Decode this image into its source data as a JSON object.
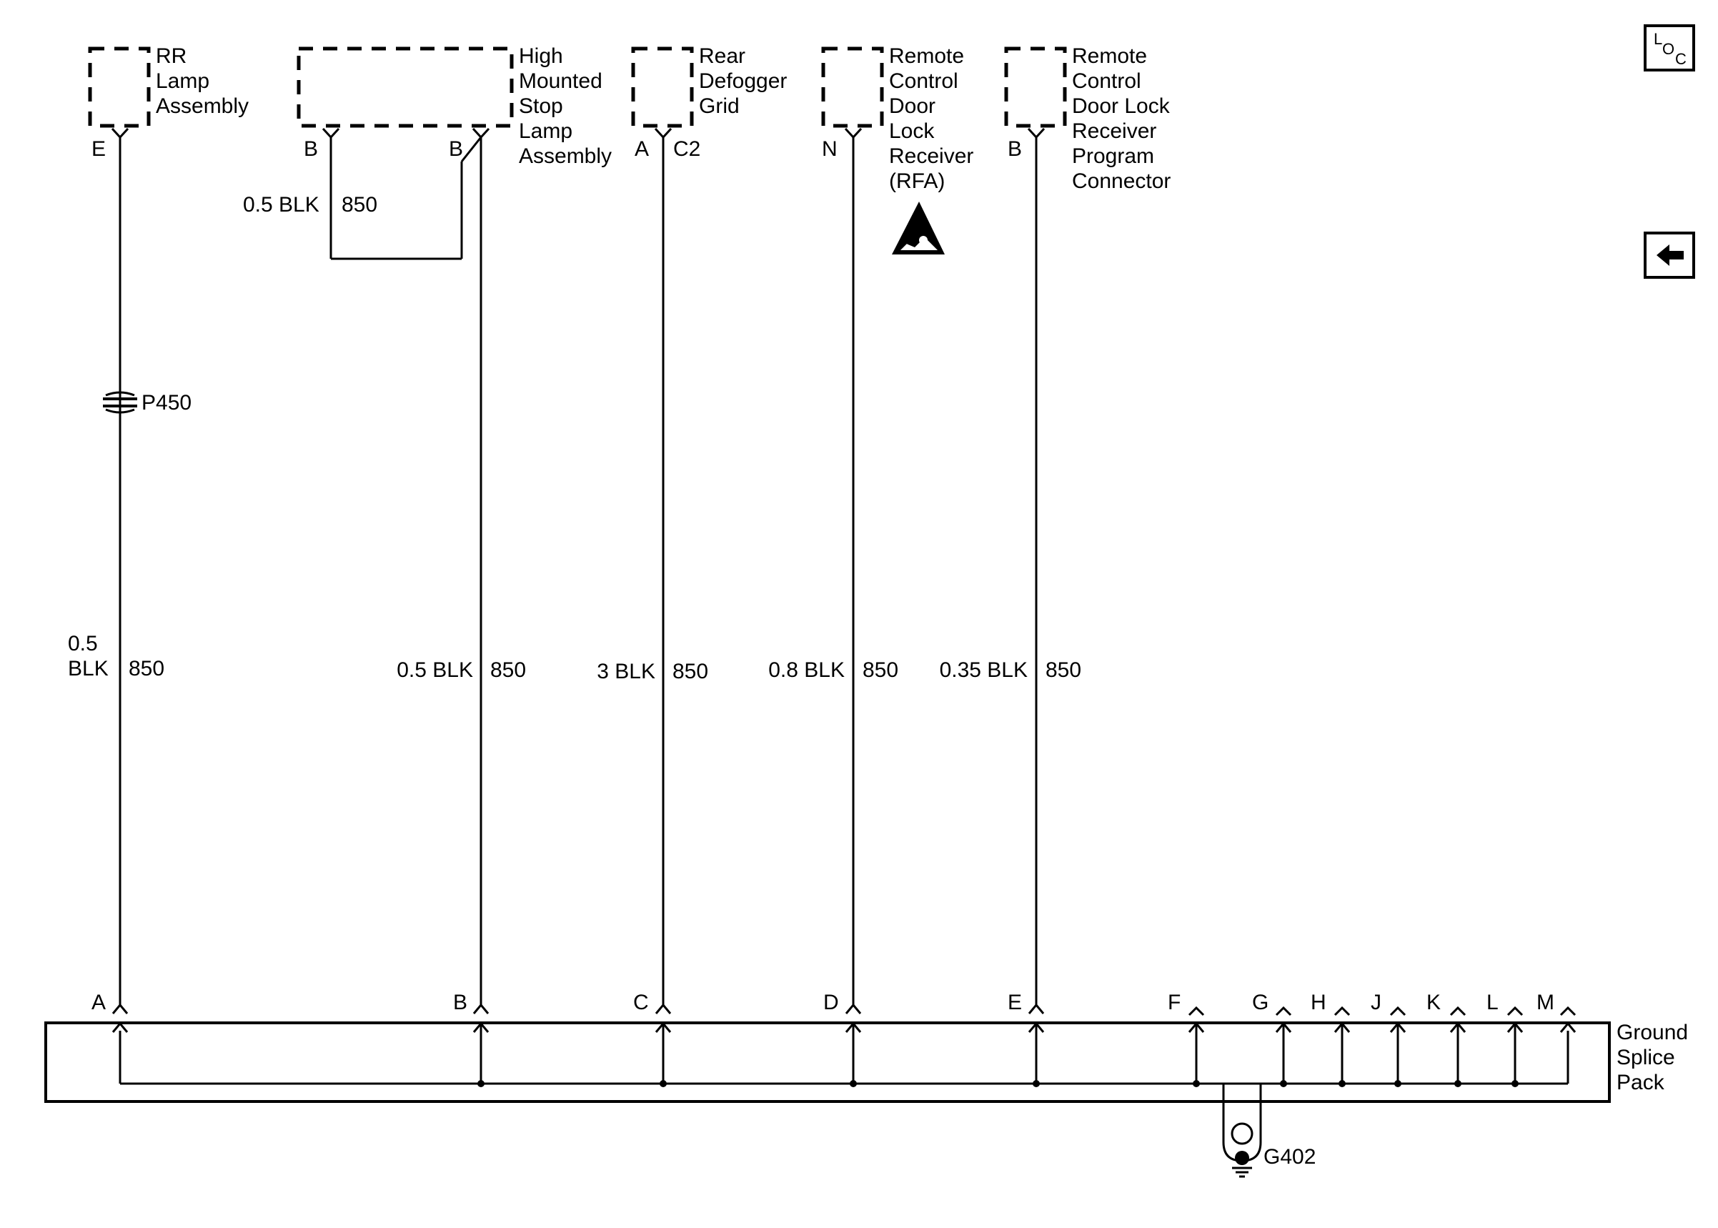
{
  "components": {
    "rr_lamp": {
      "lines": [
        "RR",
        "Lamp",
        "Assembly"
      ],
      "pin": "E"
    },
    "chmsl": {
      "lines": [
        "High",
        "Mounted",
        "Stop",
        "Lamp",
        "Assembly"
      ],
      "pin_left": "B",
      "pin_right": "B"
    },
    "defogger": {
      "lines": [
        "Rear",
        "Defogger",
        "Grid"
      ],
      "pin": "A",
      "connector": "C2"
    },
    "rfa": {
      "lines": [
        "Remote",
        "Control",
        "Door",
        "Lock",
        "Receiver",
        "(RFA)"
      ],
      "pin": "N"
    },
    "program_conn": {
      "lines": [
        "Remote",
        "Control",
        "Door Lock",
        "Receiver",
        "Program",
        "Connector"
      ],
      "pin": "B"
    }
  },
  "jumper_wire": {
    "gauge": "0.5 BLK",
    "circuit": "850"
  },
  "inline_connector": "P450",
  "wires": [
    {
      "gauge_line1": "0.5",
      "gauge_line2": "BLK",
      "circuit": "850",
      "splice_pin": "A"
    },
    {
      "gauge": "0.5 BLK",
      "circuit": "850",
      "splice_pin": "B"
    },
    {
      "gauge": "3 BLK",
      "circuit": "850",
      "splice_pin": "C"
    },
    {
      "gauge": "0.8 BLK",
      "circuit": "850",
      "splice_pin": "D"
    },
    {
      "gauge": "0.35 BLK",
      "circuit": "850",
      "splice_pin": "E"
    }
  ],
  "spare_pins": [
    "F",
    "G",
    "H",
    "J",
    "K",
    "L",
    "M"
  ],
  "splice_pack": {
    "lines": [
      "Ground",
      "Splice",
      "Pack"
    ]
  },
  "ground": "G402",
  "nav": {
    "loc_button": {
      "l": "L",
      "o": "O",
      "c": "C"
    },
    "back_icon": "left-arrow-icon",
    "esd_icon": "esd-warning-icon"
  }
}
